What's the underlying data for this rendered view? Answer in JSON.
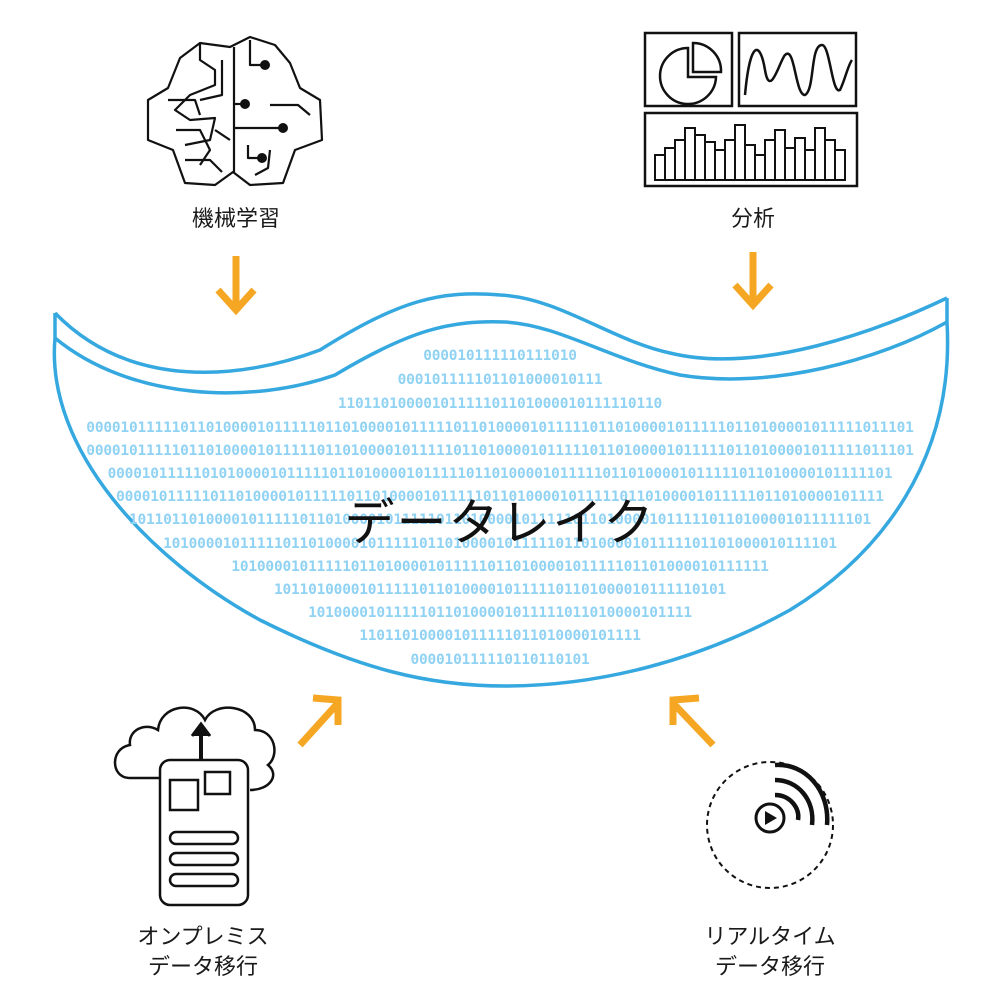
{
  "diagram": {
    "lake_title": "データレイク",
    "nodes": {
      "machine_learning": "機械学習",
      "analytics": "分析",
      "on_premise_line1": "オンプレミス",
      "on_premise_line2": "データ移行",
      "realtime_line1": "リアルタイム",
      "realtime_line2": "データ移行"
    },
    "binary_rows": [
      "000010111110111010",
      "000101111101101000010111",
      "11011010000101111101101000010111110110",
      "0000101111101101000010111110110100001011111011010000101111101101000010111110110100001011111011101",
      "0000101111101101000010111110110100001011111011010000101111101101000010111110110100001011111011101",
      "00001011111010100001011111011010000101111101101000010111110110100001011111011010000101111101",
      "000010111110110100001011111011010000101111101101000010111110110100001011111011010000101111",
      "101101101000010111110110100001011111011010000101111101101000010111110110100001011111101",
      "1010000101111101101000010111110110100001011111011010000101111101101000010111101",
      "101000010111110110100001011111011010000101111101101000010111111",
      "10110100001011111011010000101111101101000010111110101",
      "101000010111110110100001011111011010000101111",
      "110110100001011111011010000101111",
      "000010111110110110101"
    ],
    "colors": {
      "lake_stroke": "#35a8e0",
      "binary": "#8fd2f3",
      "arrow": "#f5a623",
      "icon_stroke": "#111111"
    }
  }
}
